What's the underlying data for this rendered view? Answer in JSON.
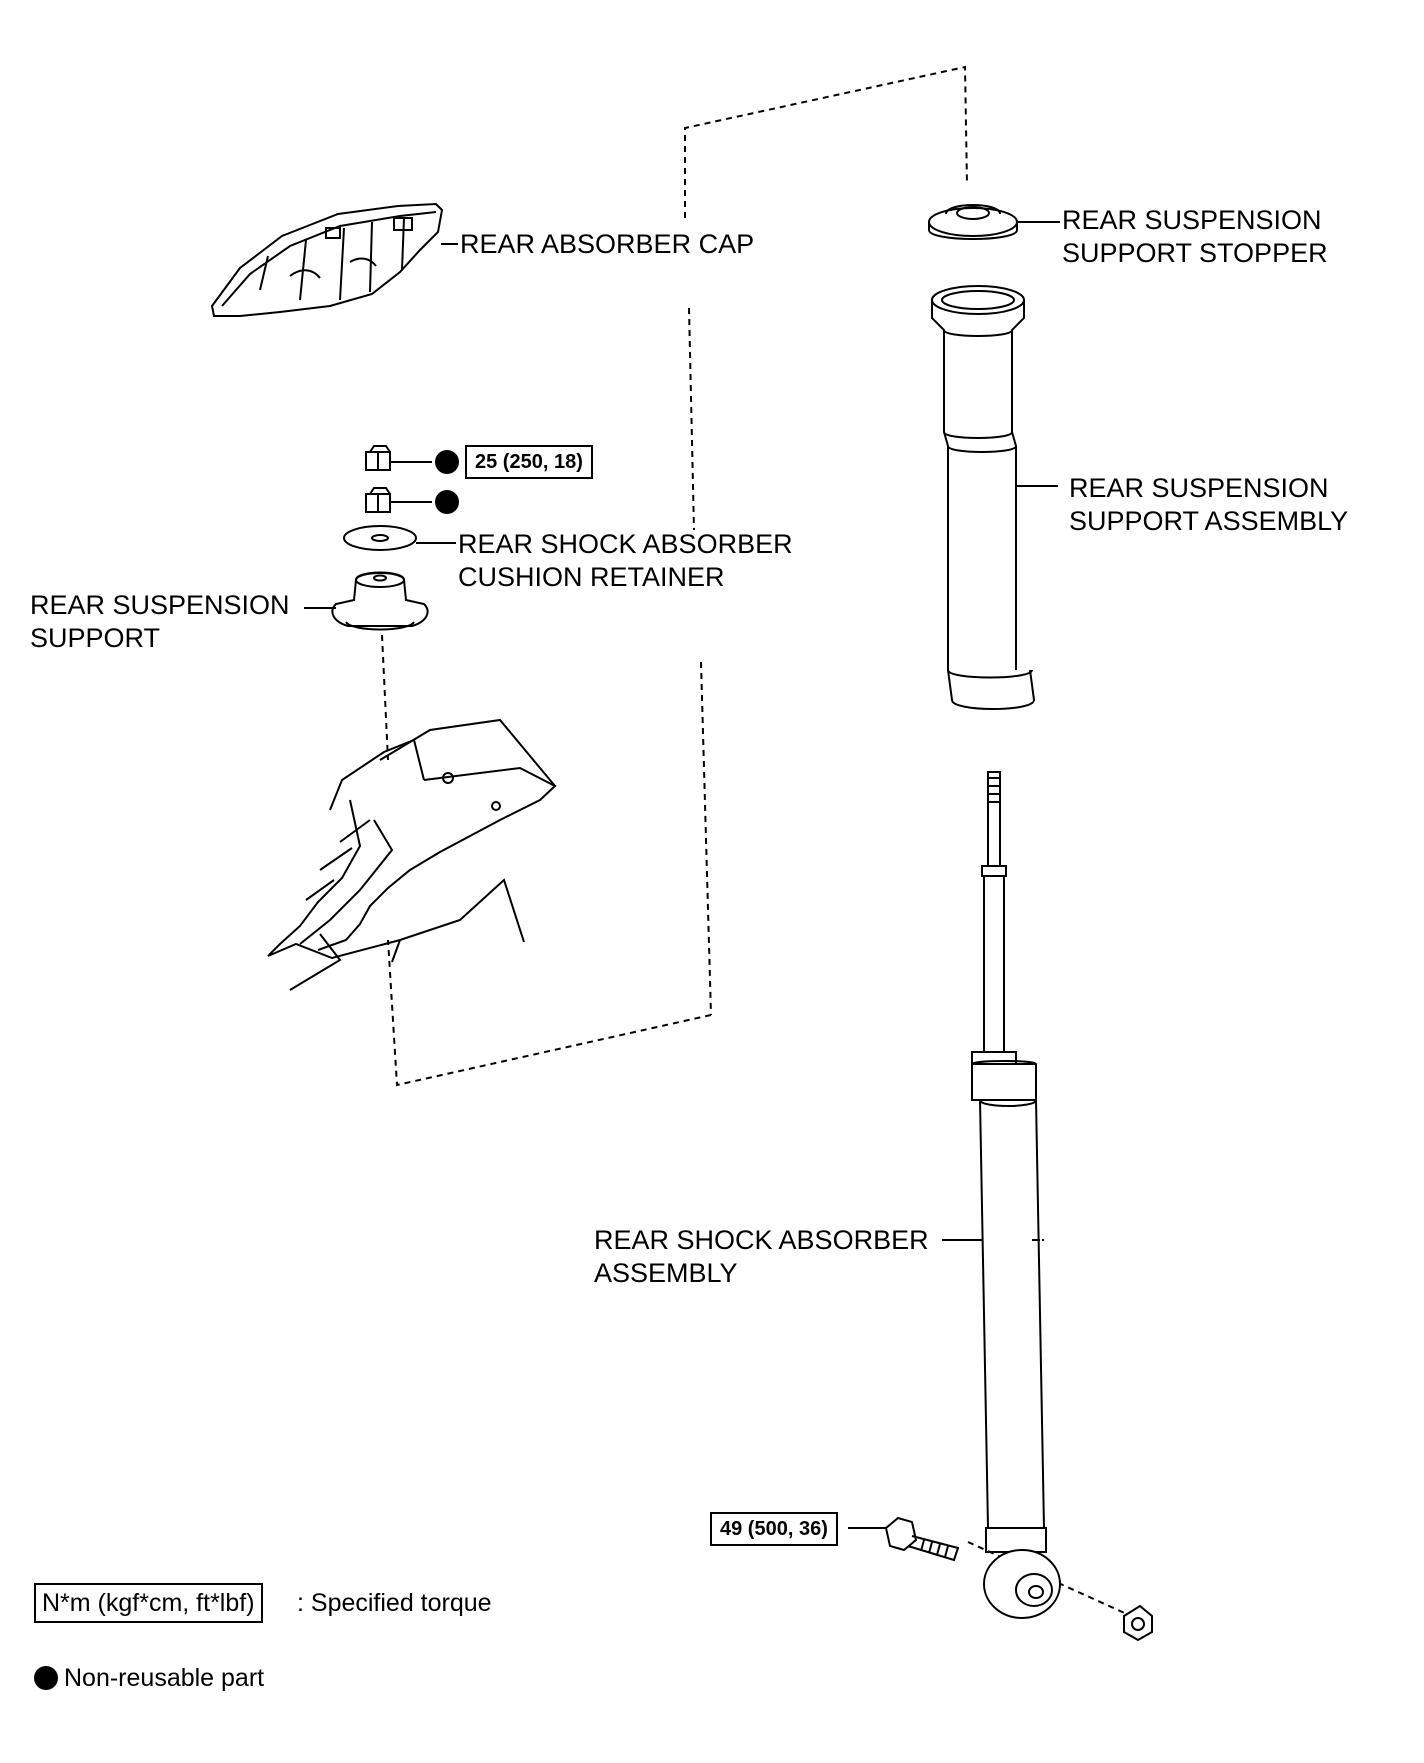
{
  "labels": {
    "rear_absorber_cap": "REAR ABSORBER CAP",
    "support_stopper_line1": "REAR SUSPENSION",
    "support_stopper_line2": "SUPPORT STOPPER",
    "support_assembly_line1": "REAR SUSPENSION",
    "support_assembly_line2": "SUPPORT ASSEMBLY",
    "cushion_retainer_line1": "REAR SHOCK ABSORBER",
    "cushion_retainer_line2": "CUSHION RETAINER",
    "suspension_support_line1": "REAR SUSPENSION",
    "suspension_support_line2": "SUPPORT",
    "shock_assembly_line1": "REAR SHOCK ABSORBER",
    "shock_assembly_line2": "ASSEMBLY"
  },
  "torque": {
    "upper_nut": "25 (250, 18)",
    "lower_bolt": "49 (500, 36)"
  },
  "legend": {
    "torque_unit_box": "N*m (kgf*cm, ft*lbf)",
    "torque_desc": ": Specified torque",
    "non_reusable_desc": "Non-reusable part"
  },
  "icons": {
    "non_reusable": "filled-circle-icon"
  }
}
